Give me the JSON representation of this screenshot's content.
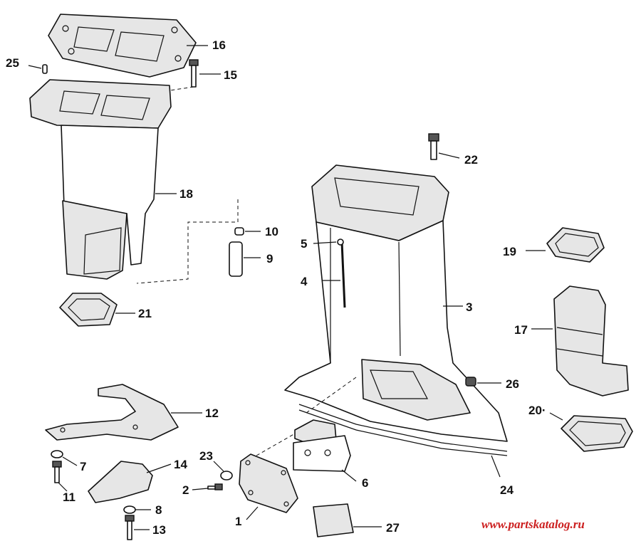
{
  "callouts": {
    "c1": "1",
    "c2": "2",
    "c3": "3",
    "c4": "4",
    "c5": "5",
    "c6": "6",
    "c7": "7",
    "c8": "8",
    "c9": "9",
    "c10": "10",
    "c11": "11",
    "c12": "12",
    "c13": "13",
    "c14": "14",
    "c15": "15",
    "c16": "16",
    "c17": "17",
    "c18": "18",
    "c19": "19",
    "c20": "20·",
    "c21": "21",
    "c22": "22",
    "c23": "23",
    "c24": "24",
    "c25": "25",
    "c26": "26",
    "c27": "27"
  },
  "watermark": "www.partskatalog.ru"
}
